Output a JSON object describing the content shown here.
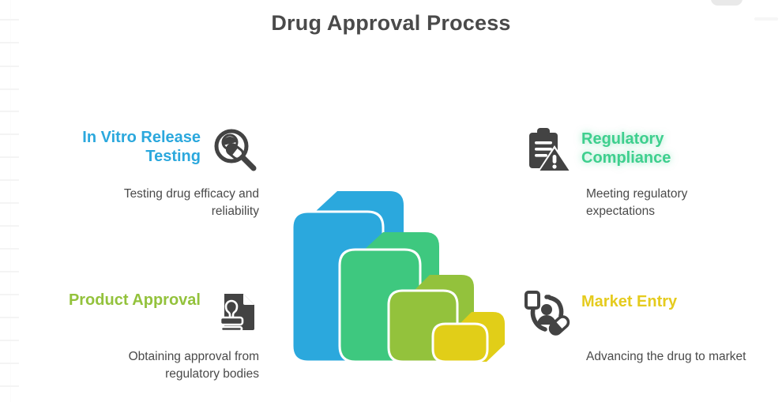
{
  "page": {
    "title": "Drug Approval Process",
    "background": "#ffffff",
    "title_color": "#4a4a4a"
  },
  "colors": {
    "blue": "#2BA8DD",
    "green": "#3EC87F",
    "olive": "#93C23C",
    "yellow": "#E1CE18",
    "icon_gray": "#434343",
    "body_text": "#4a4a4a"
  },
  "items": [
    {
      "id": "in-vitro-release-testing",
      "title": "In Vitro Release Testing",
      "description": "Testing drug efficacy and reliability",
      "color": "#2BA8DD",
      "icon": "magnifier-pills-icon",
      "side": "left"
    },
    {
      "id": "product-approval",
      "title": "Product Approval",
      "description": "Obtaining approval from regulatory bodies",
      "color": "#93C23C",
      "icon": "document-stamp-icon",
      "side": "left"
    },
    {
      "id": "regulatory-compliance",
      "title": "Regulatory Compliance",
      "description": "Meeting regulatory expectations",
      "color": "#3ECF8E",
      "icon": "clipboard-warning-icon",
      "side": "right"
    },
    {
      "id": "market-entry",
      "title": "Market Entry",
      "description": "Advancing the drug to market",
      "color": "#E5CB1E",
      "icon": "person-pill-circle-icon",
      "side": "right"
    }
  ],
  "center_graphic": {
    "name": "nested-3d-layers",
    "layers": [
      {
        "color": "#2BA8DD",
        "label": "layer-1-blue"
      },
      {
        "color": "#3EC87F",
        "label": "layer-2-green"
      },
      {
        "color": "#93C23C",
        "label": "layer-3-olive"
      },
      {
        "color": "#E1CE18",
        "label": "layer-4-yellow"
      }
    ]
  }
}
